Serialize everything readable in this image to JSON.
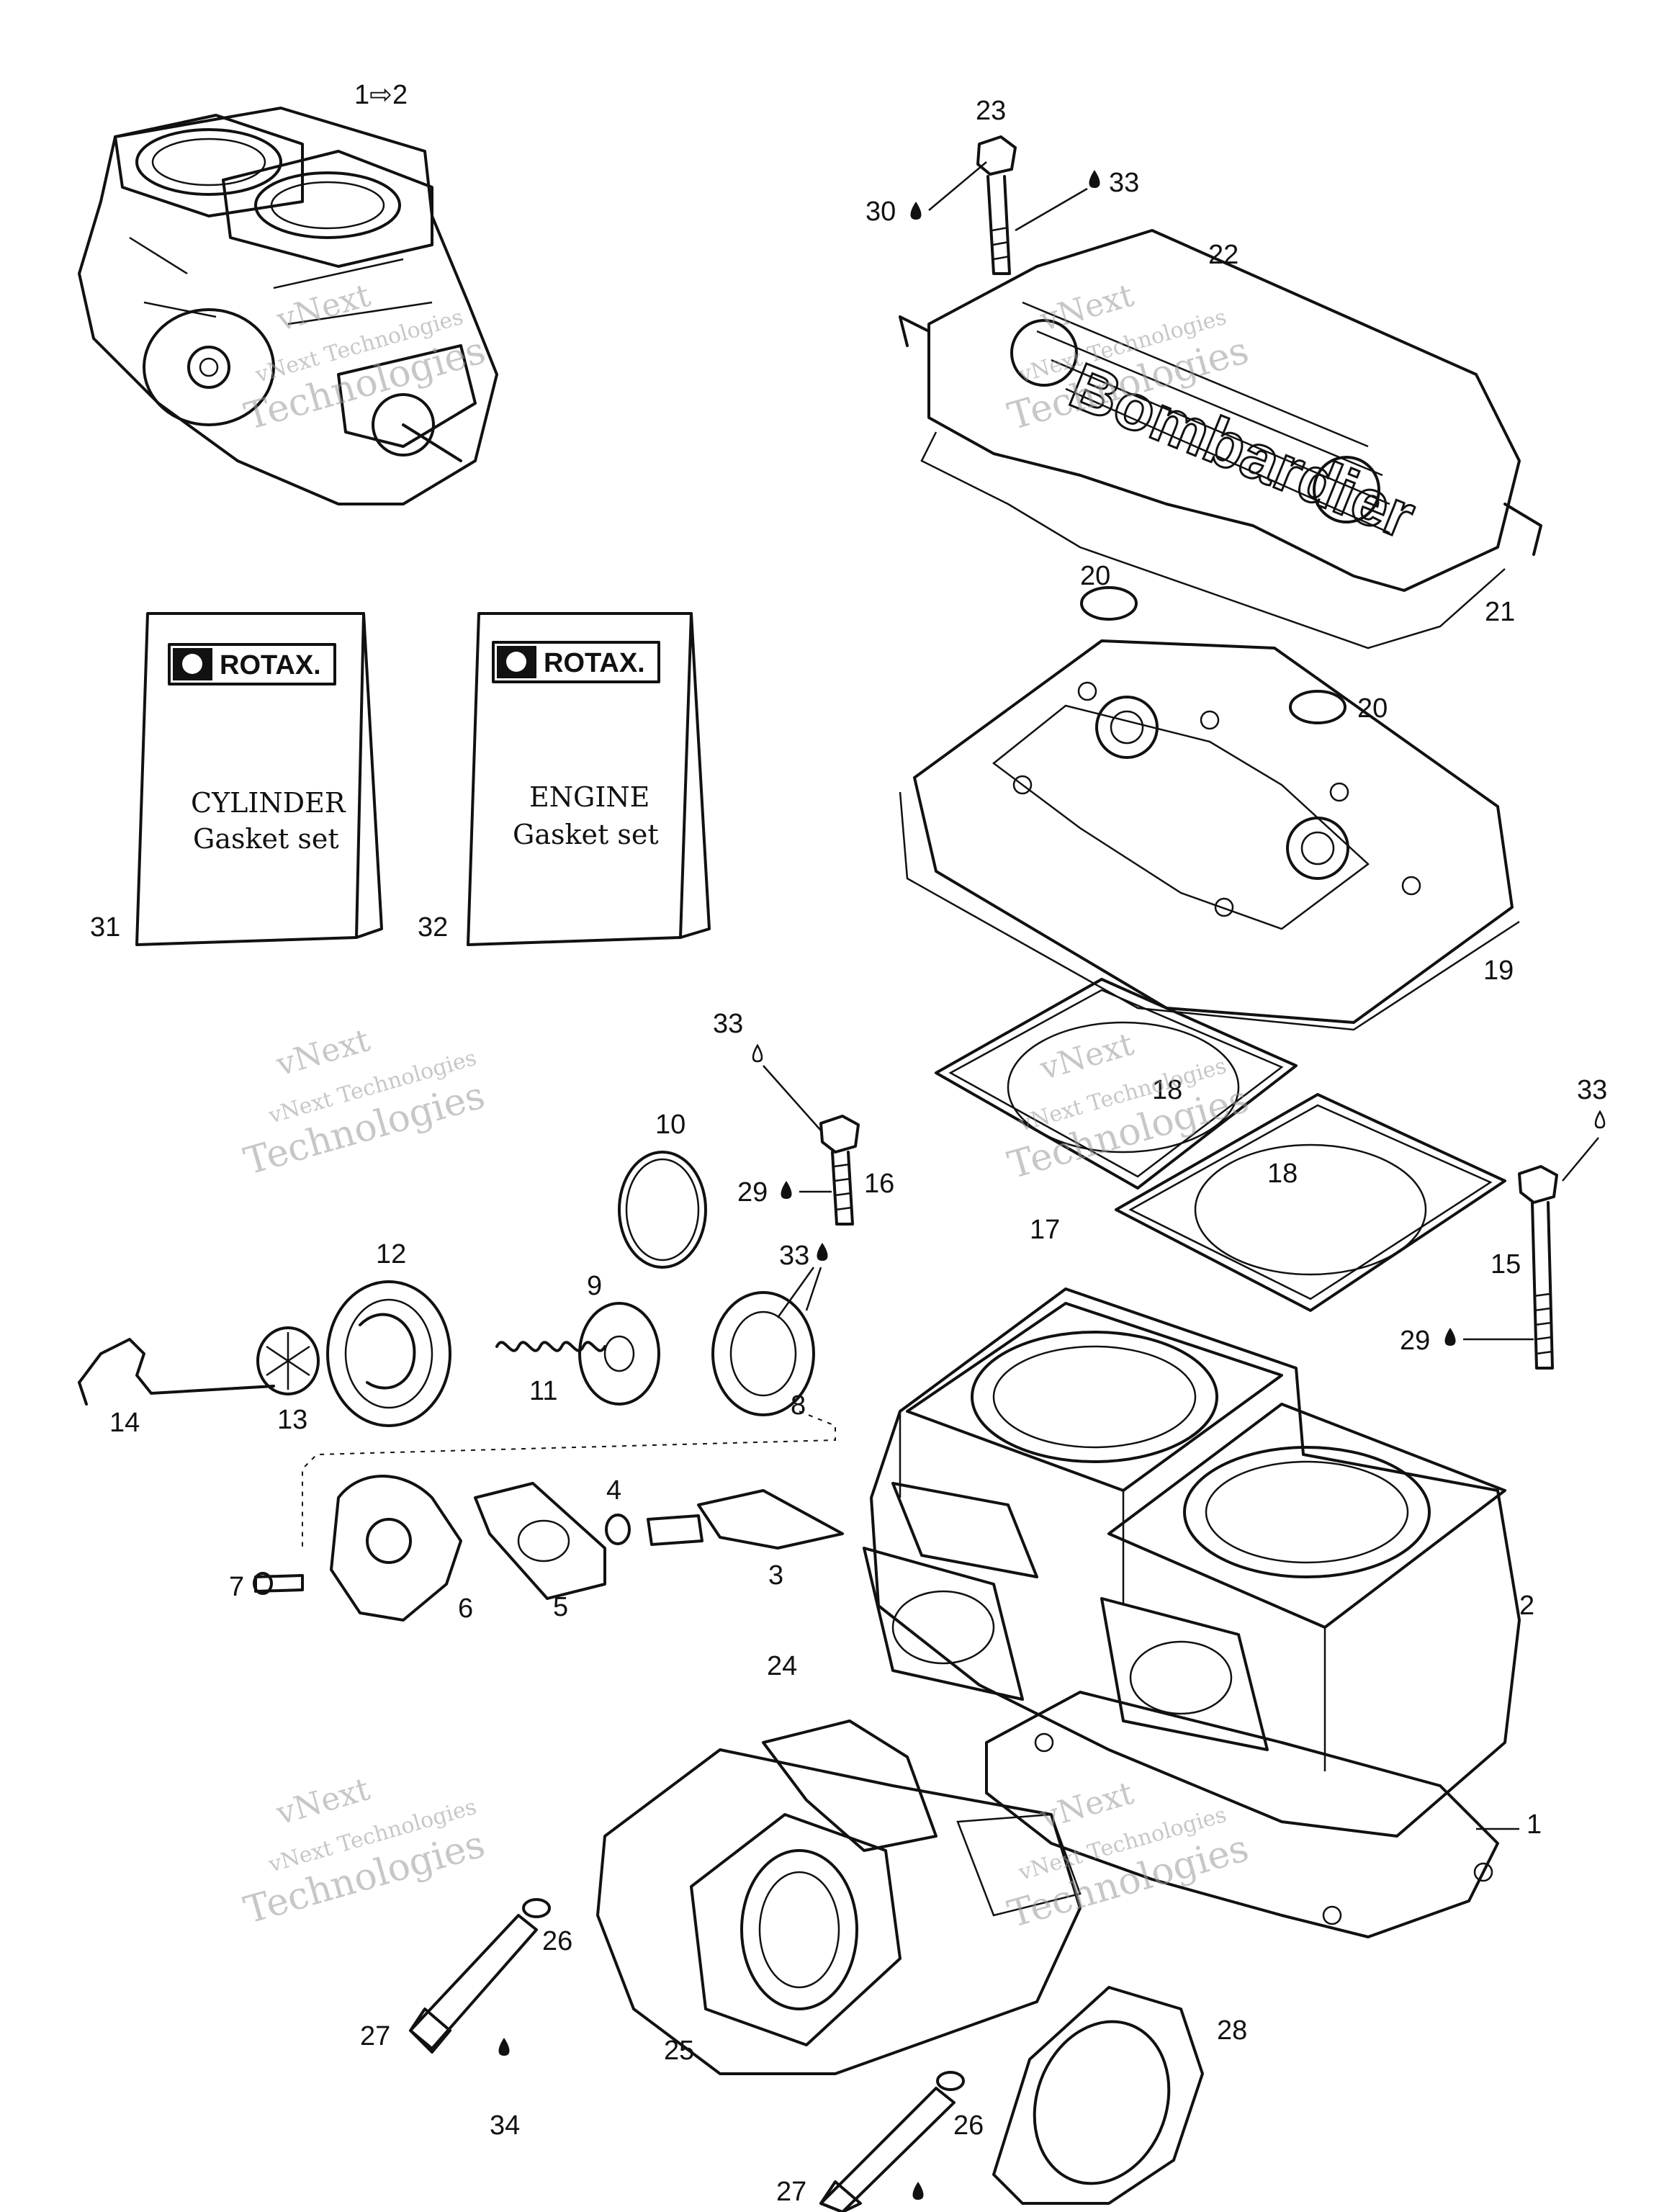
{
  "diagram": {
    "labels": {
      "l1to2": "1⇨2",
      "l1": "1",
      "l2": "2",
      "l3": "3",
      "l4": "4",
      "l5": "5",
      "l6": "6",
      "l7": "7",
      "l8": "8",
      "l9": "9",
      "l10": "10",
      "l11": "11",
      "l12": "12",
      "l13": "13",
      "l14": "14",
      "l15": "15",
      "l16": "16",
      "l17": "17",
      "l18a": "18",
      "l18b": "18",
      "l19": "19",
      "l20a": "20",
      "l20b": "20",
      "l21": "21",
      "l22": "22",
      "l23": "23",
      "l24": "24",
      "l25": "25",
      "l26a": "26",
      "l26b": "26",
      "l27a": "27",
      "l27b": "27",
      "l28": "28",
      "l29a": "29",
      "l29b": "29",
      "l30": "30",
      "l31": "31",
      "l32": "32",
      "l33a": "33",
      "l33b": "33",
      "l33c": "33",
      "l33d": "33",
      "l34": "34"
    },
    "books": {
      "cylinder": {
        "brand": "ROTAX.",
        "line1": "CYLINDER",
        "line2": "Gasket set"
      },
      "engine": {
        "brand": "ROTAX.",
        "line1": "ENGINE",
        "line2": "Gasket set"
      }
    },
    "watermark": {
      "top": "vNext",
      "middle": "vNext Technologies",
      "bottom": "Technologies"
    }
  }
}
